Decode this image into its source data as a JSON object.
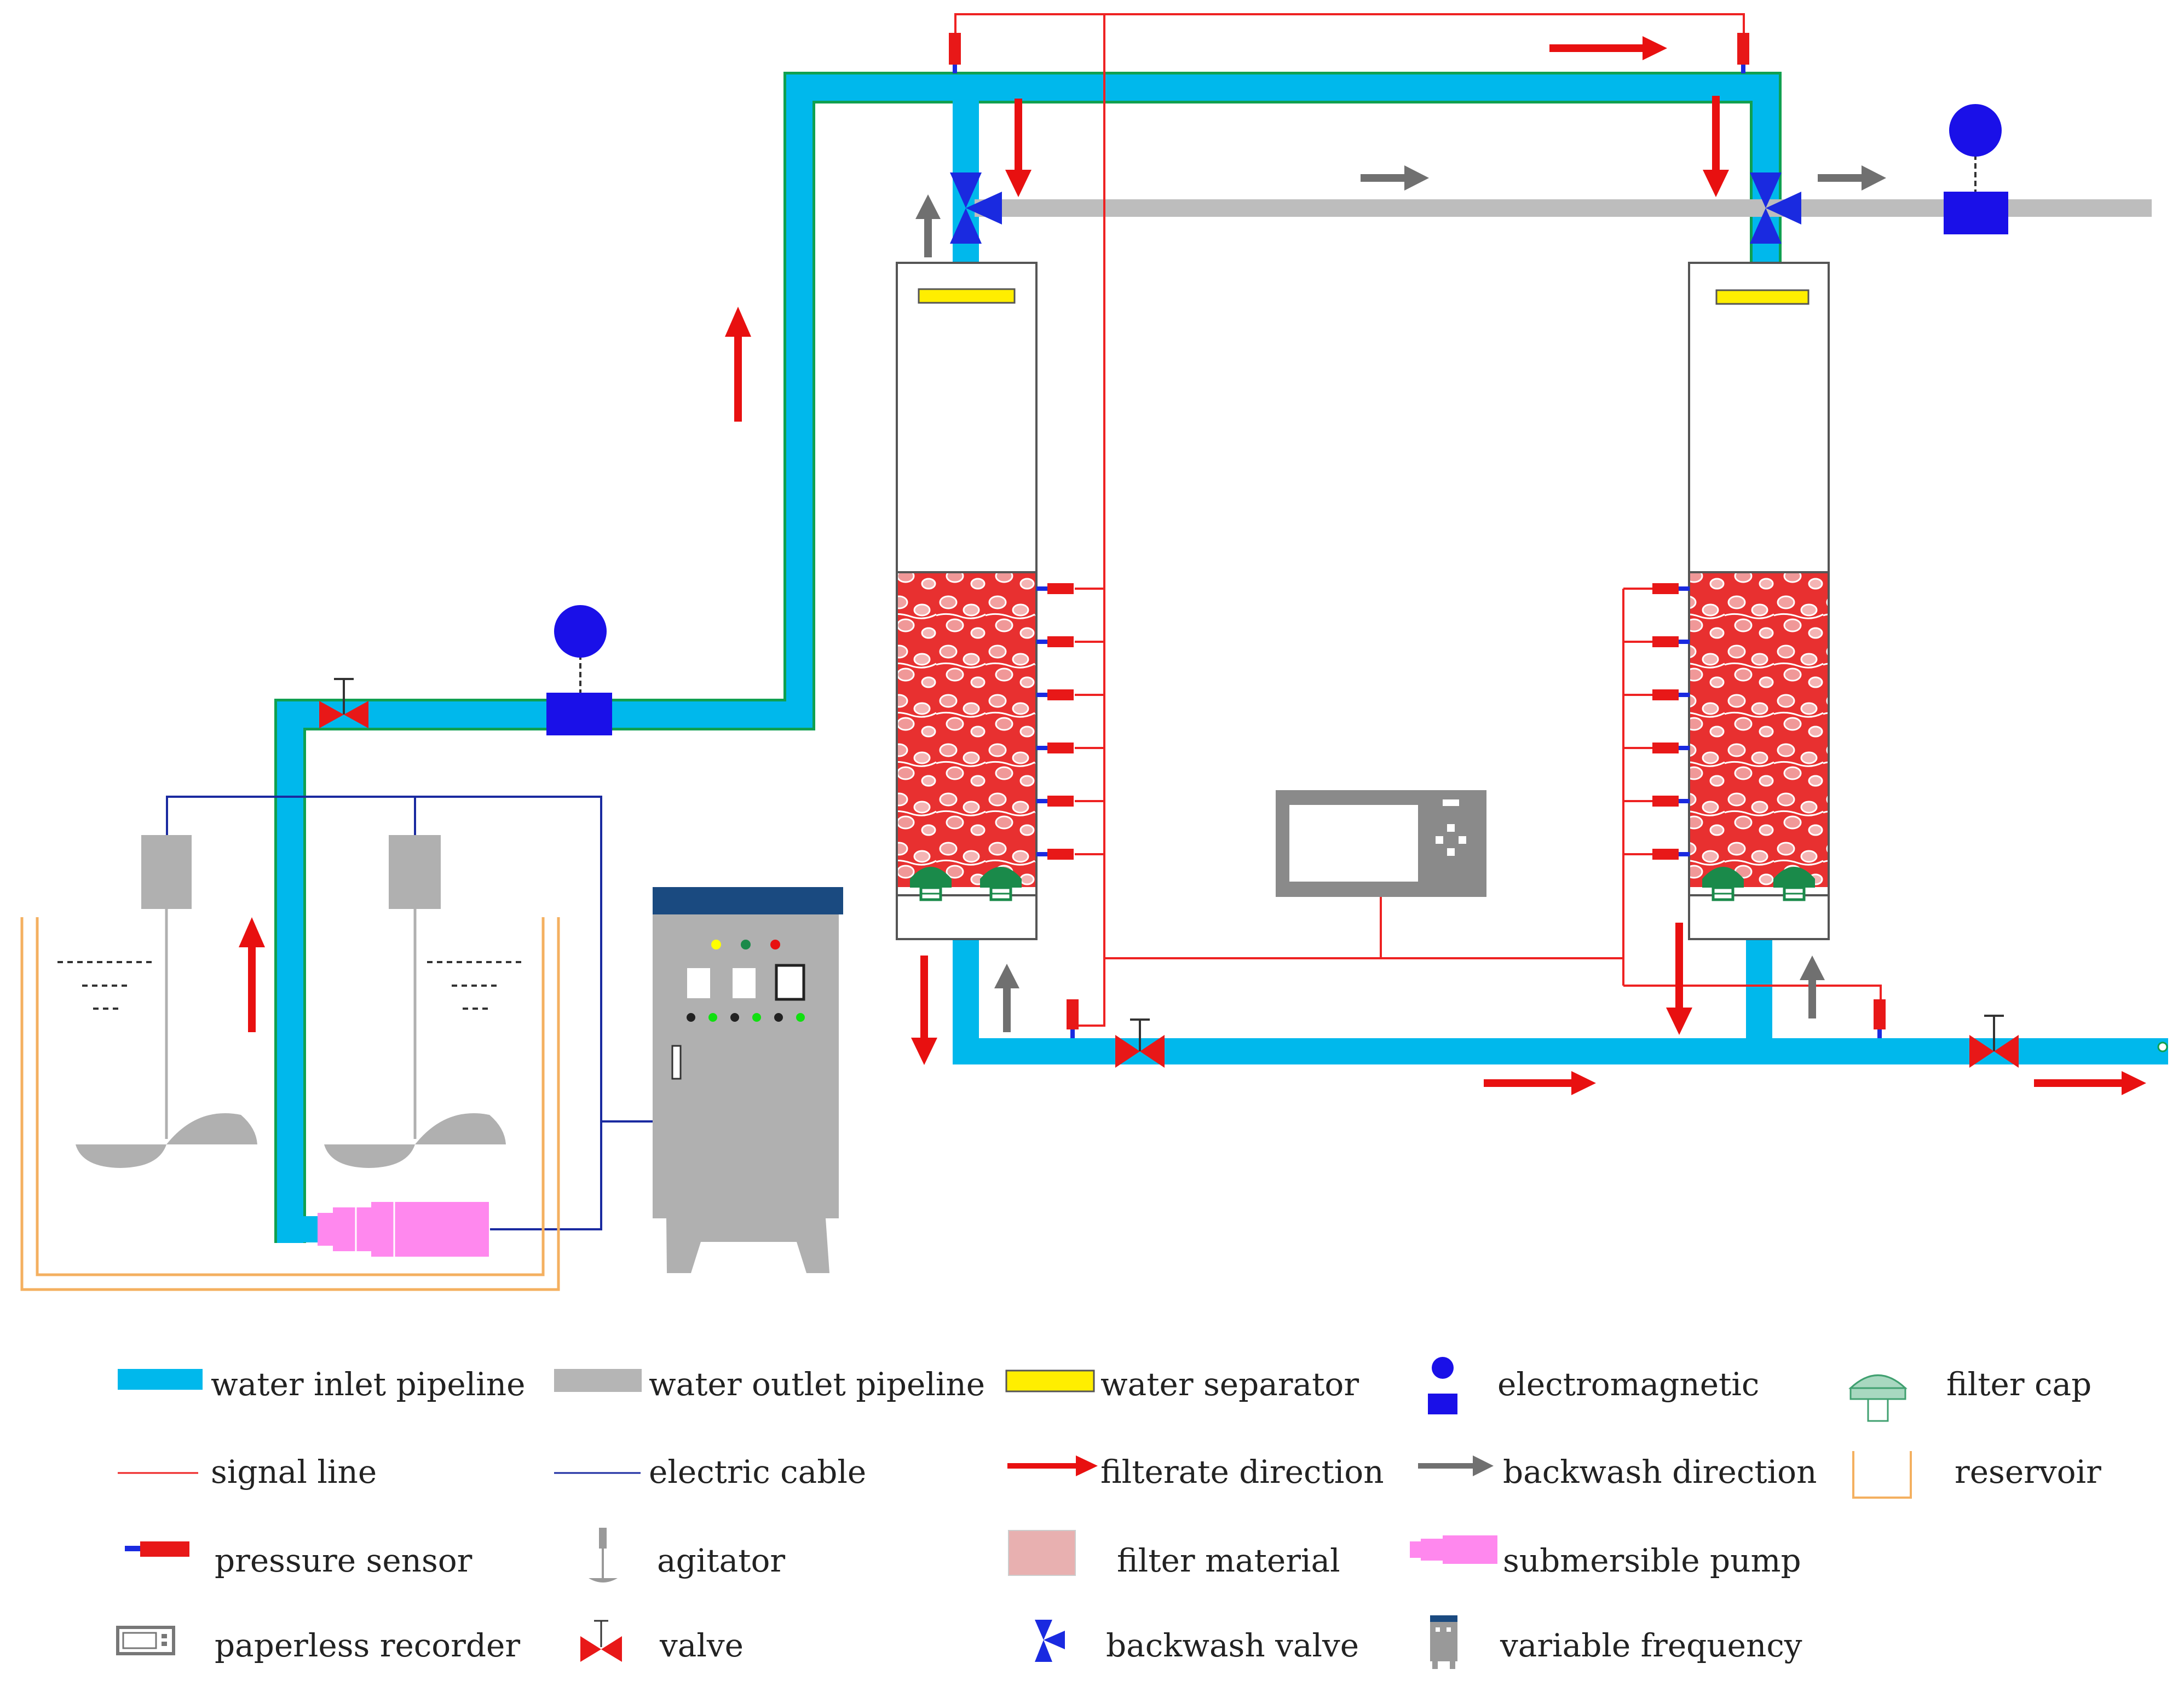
{
  "colors": {
    "inlet": "#00b8ec",
    "inlet_edge": "#10a050",
    "outlet": "#bdbdbd",
    "signal": "#ee2222",
    "cable": "#1a2aa0",
    "arrow_red": "#e81010",
    "arrow_gray": "#707070",
    "valve_red": "#e81818",
    "backwash_valve": "#1a2ae0",
    "separator": "#ffee00",
    "filter_material": "#e83030",
    "filter_cap": "#1a8a4a",
    "pump": "#ff88ee",
    "reservoir": "#f4b060",
    "cabinet": "#b0b0b0",
    "cabinet_top": "#1a4a80",
    "recorder": "#8a8a8a"
  },
  "legend": [
    {
      "icon": "inlet-pipe-icon",
      "label": "water inlet pipeline"
    },
    {
      "icon": "outlet-pipe-icon",
      "label": "water outlet pipeline"
    },
    {
      "icon": "water-separator-icon",
      "label": "water separator"
    },
    {
      "icon": "electromagnetic-icon",
      "label": "electromagnetic"
    },
    {
      "icon": "filter-cap-icon",
      "label": "filter cap"
    },
    {
      "icon": "signal-line-icon",
      "label": "signal line"
    },
    {
      "icon": "electric-cable-icon",
      "label": "electric cable"
    },
    {
      "icon": "filterate-arrow-icon",
      "label": "filterate direction"
    },
    {
      "icon": "backwash-arrow-icon",
      "label": "backwash direction"
    },
    {
      "icon": "reservoir-icon",
      "label": "reservoir"
    },
    {
      "icon": "pressure-sensor-icon",
      "label": "pressure sensor"
    },
    {
      "icon": "agitator-icon",
      "label": "agitator"
    },
    {
      "icon": "filter-material-icon",
      "label": "filter material"
    },
    {
      "icon": "submersible-pump-icon",
      "label": "submersible pump"
    },
    {
      "icon": "paperless-recorder-icon",
      "label": "paperless recorder"
    },
    {
      "icon": "valve-icon",
      "label": "valve"
    },
    {
      "icon": "backwash-valve-icon",
      "label": "backwash valve"
    },
    {
      "icon": "variable-frequency-icon",
      "label": "variable frequency"
    }
  ]
}
